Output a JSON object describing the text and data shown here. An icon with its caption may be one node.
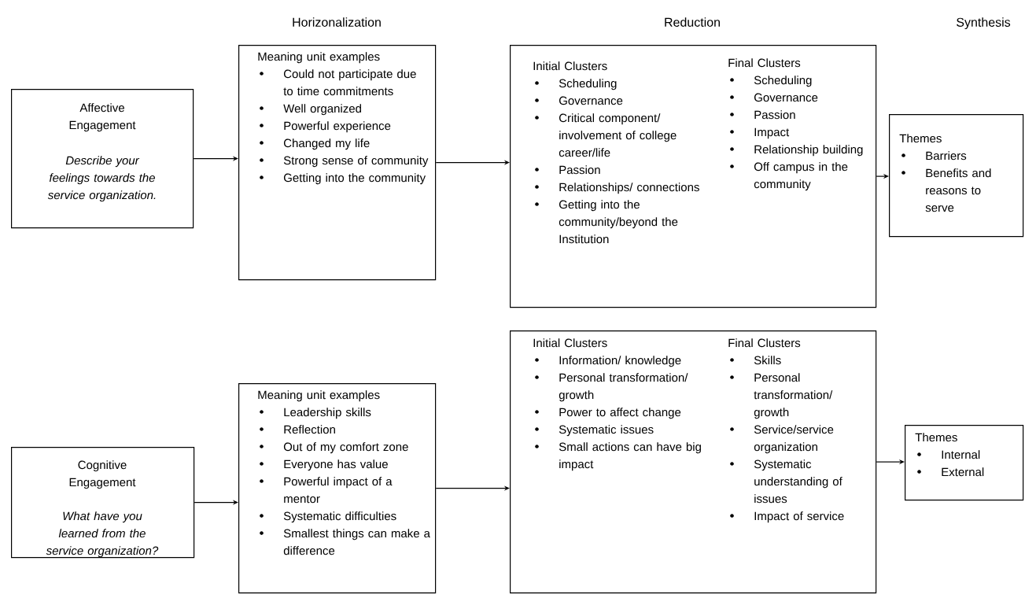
{
  "diagram": {
    "nodes": [
      {
        "text": [
          "Affective Engagement",
          "Describe your feelings towards the service organization."
        ]
      },
      {
        "text": [
          "Meaning unit examples",
          "Could not participate due to time commitments",
          "Well organized",
          "Powerful experience",
          "Changed my life",
          "Strong sense of community",
          "Getting into the community"
        ]
      },
      {
        "text": [
          "Initial Clusters",
          "Scheduling",
          "Governance",
          "Critical component/ involvement of college career/life",
          "Passion",
          "Relationships/ connections",
          "Getting into the community/beyond the Institution",
          "Final Clusters",
          "Scheduling",
          "Governance",
          "Passion",
          "Impact",
          "Relationship building",
          "Off campus in the community"
        ]
      },
      {
        "text": [
          "Themes",
          "Barriers",
          "Benefits and reasons to serve"
        ]
      },
      {
        "text": [
          "Cognitive Engagement",
          "What have you learned from the service organization?"
        ]
      },
      {
        "text": [
          "Meaning unit examples",
          "Leadership skills",
          "Reflection",
          "Out of my comfort zone",
          "Everyone has value",
          "Powerful impact of a mentor",
          "Systematic difficulties",
          "Smallest things can make a difference"
        ]
      },
      {
        "text": [
          "Initial Clusters",
          "Information/ knowledge",
          "Personal transformation/ growth",
          "Power to affect change",
          "Systematic issues",
          "Small actions can have big impact",
          "Final Clusters",
          "Skills",
          "Personal transformation/ growth",
          "Service/service organization",
          "Systematic understanding of issues",
          "Impact of service"
        ]
      },
      {
        "text": [
          "Themes",
          "Internal",
          "External"
        ]
      }
    ],
    "edges": [
      {
        "from": 0,
        "to": 1,
        "arrow": "to"
      },
      {
        "from": 1,
        "to": 2,
        "arrow": "to"
      },
      {
        "from": 2,
        "to": 3,
        "arrow": "to"
      },
      {
        "from": 4,
        "to": 5,
        "arrow": "to"
      },
      {
        "from": 5,
        "to": 6,
        "arrow": "to"
      },
      {
        "from": 6,
        "to": 7,
        "arrow": "to"
      }
    ],
    "labels": [
      "Horizonalization",
      "Reduction",
      "Synthesis"
    ]
  }
}
